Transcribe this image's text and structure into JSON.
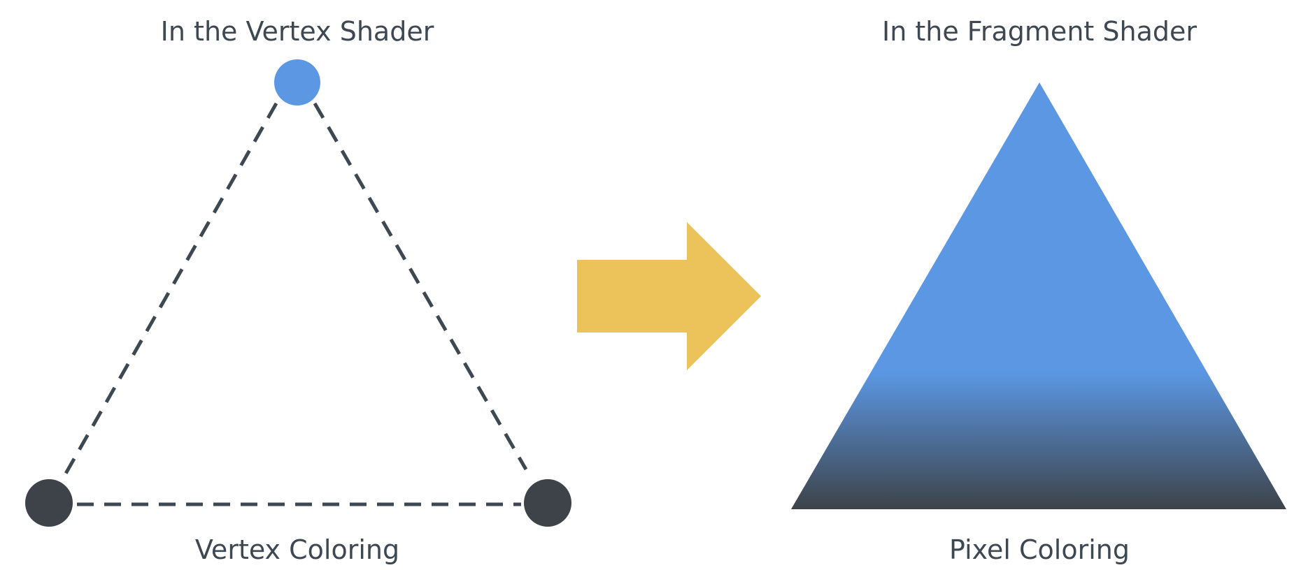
{
  "left_panel": {
    "title": "In the Vertex Shader",
    "caption": "Vertex Coloring",
    "vertex_colors": {
      "top": "#5b97e3",
      "bottom_left": "#3d4349",
      "bottom_right": "#3d4349"
    },
    "edge_color": "#3d4852",
    "edge_style": "dashed"
  },
  "arrow": {
    "color": "#ecc25a",
    "direction": "right"
  },
  "right_panel": {
    "title": "In the Fragment Shader",
    "caption": "Pixel Coloring",
    "gradient_colors": {
      "top": "#5b97e3",
      "bottom": "#3d4349"
    }
  }
}
